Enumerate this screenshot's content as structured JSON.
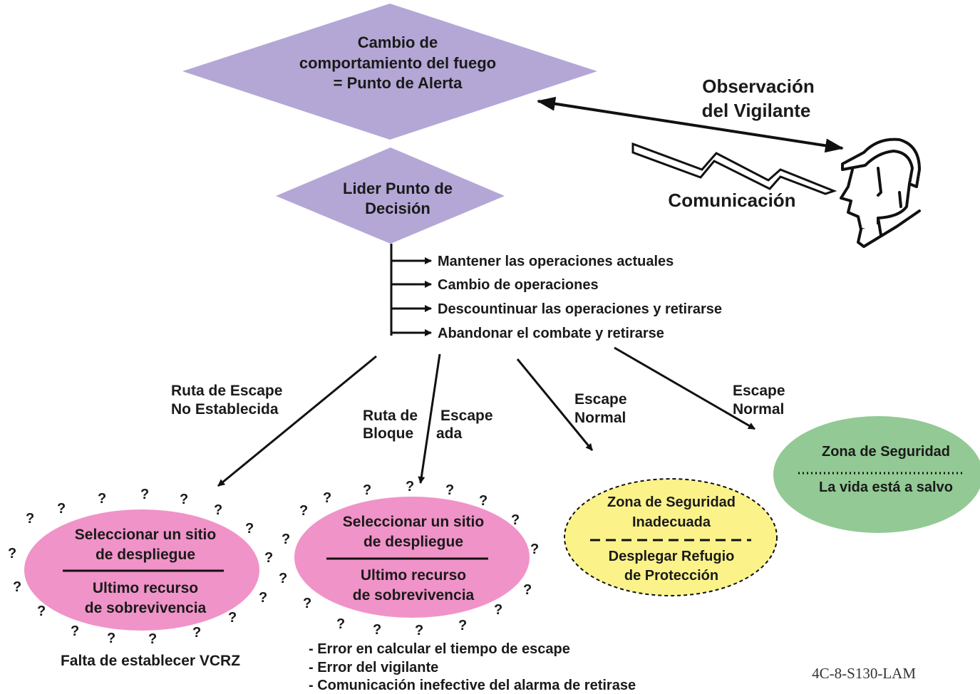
{
  "alert_point": {
    "line1": "Cambio de",
    "line2": "comportamiento del fuego",
    "line3": "= Punto de Alerta",
    "color": "#b4a7d6"
  },
  "decision_point": {
    "line1": "Lider Punto de",
    "line2": "Decisión",
    "color": "#b4a7d6"
  },
  "lookout": {
    "observation_line1": "Observación",
    "observation_line2": "del Vigilante",
    "communication": "Comunicación",
    "icon": "lookout-helmet-icon"
  },
  "options": [
    "Mantener las operaciones actuales",
    "Cambio de operaciones",
    "Descountinuar las operaciones y retirarse",
    "Abandonar el combate y retirarse"
  ],
  "routes": {
    "no_route_line1": "Ruta de Escape",
    "no_route_line2": "No Establecida",
    "blocked_a1": "Ruta de",
    "blocked_a2": "Bloque",
    "blocked_b1": "Escape",
    "blocked_b2": "ada",
    "normal1_line1": "Escape",
    "normal1_line2": "Normal",
    "normal2_line1": "Escape",
    "normal2_line2": "Normal"
  },
  "outcomes": {
    "deploy1": {
      "top1": "Seleccionar un sitio",
      "top2": "de despliegue",
      "bottom1": "Ultimo recurso",
      "bottom2": "de sobrevivencia",
      "caption": "Falta de establecer VCRZ",
      "color": "#f093c8"
    },
    "deploy2": {
      "top1": "Seleccionar un sitio",
      "top2": "de despliegue",
      "bottom1": "Ultimo recurso",
      "bottom2": "de sobrevivencia",
      "causes": [
        "- Error en calcular el tiempo de escape",
        "- Error del vigilante",
        "- Comunicación inefective del alarma de retirase"
      ],
      "color": "#f093c8"
    },
    "inadequate": {
      "top1": "Zona de Seguridad",
      "top2": "Inadecuada",
      "bottom1": "Desplegar Refugio",
      "bottom2": "de Protección",
      "color": "#fbf38a"
    },
    "safe": {
      "top": "Zona de Seguridad",
      "bottom": "La vida está a salvo",
      "color": "#93c994"
    }
  },
  "question_mark": "?",
  "figure_code": "4C-8-S130-LAM"
}
